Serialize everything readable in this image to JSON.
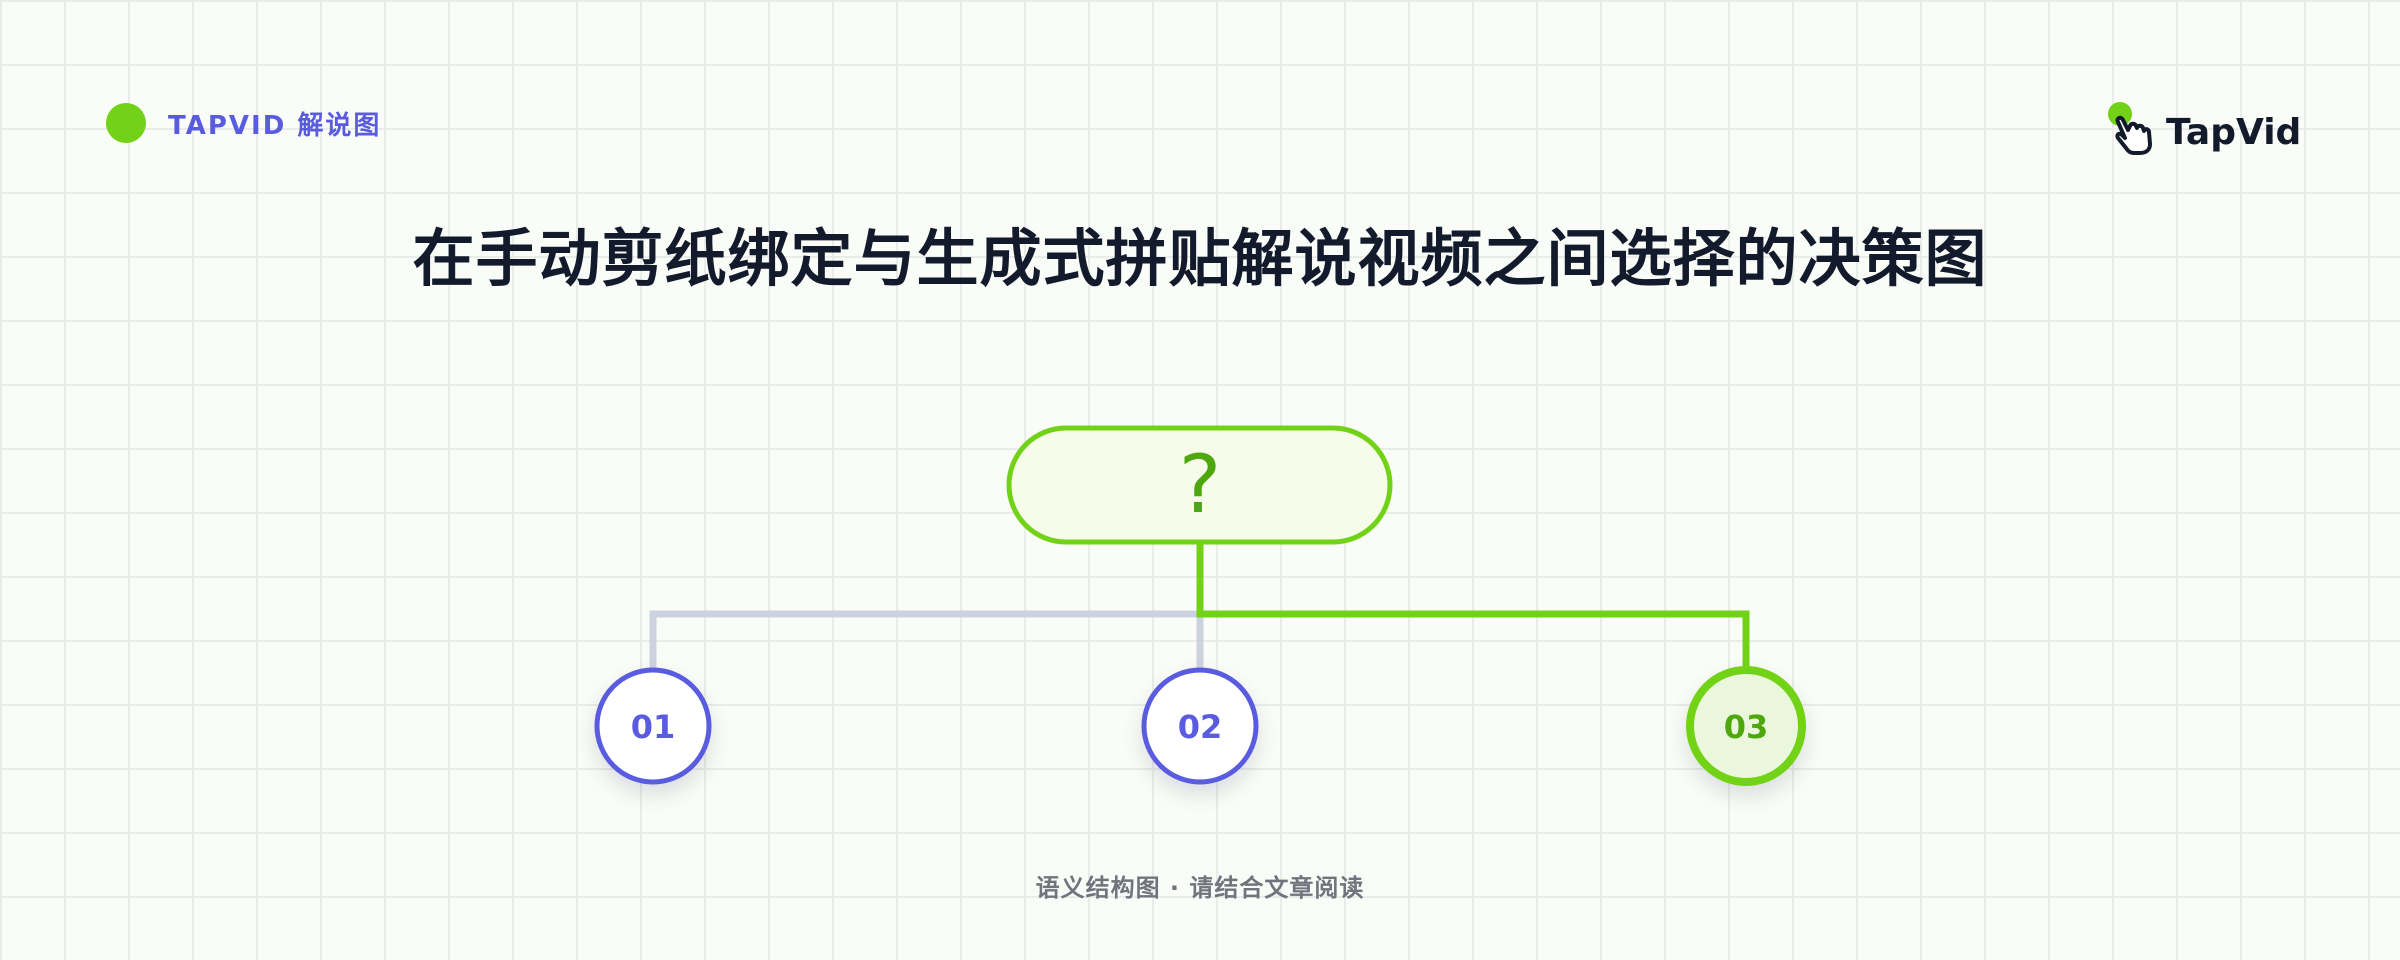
{
  "header": {
    "brand_tag": "TAPVID 解说图",
    "logo_text": "TapVid",
    "brand_dot_color": "#72d217",
    "brand_text_color": "#5a5ce0"
  },
  "title": "在手动剪纸绑定与生成式拼贴解说视频之间选择的决策图",
  "diagram": {
    "root": {
      "label": "?",
      "icon": "question-mark",
      "fill": "#f6fbea",
      "stroke": "#72d217"
    },
    "options": [
      {
        "label": "01",
        "selected": false,
        "color": "#5a5ce0"
      },
      {
        "label": "02",
        "selected": false,
        "color": "#5a5ce0"
      },
      {
        "label": "03",
        "selected": true,
        "color": "#72d217",
        "text_color": "#4ea70e",
        "fill": "#eaf7dc"
      }
    ],
    "connector_colors": {
      "inactive": "#ccd3df",
      "active": "#72d217"
    }
  },
  "footer": {
    "note": "语义结构图 · 请结合文章阅读"
  }
}
